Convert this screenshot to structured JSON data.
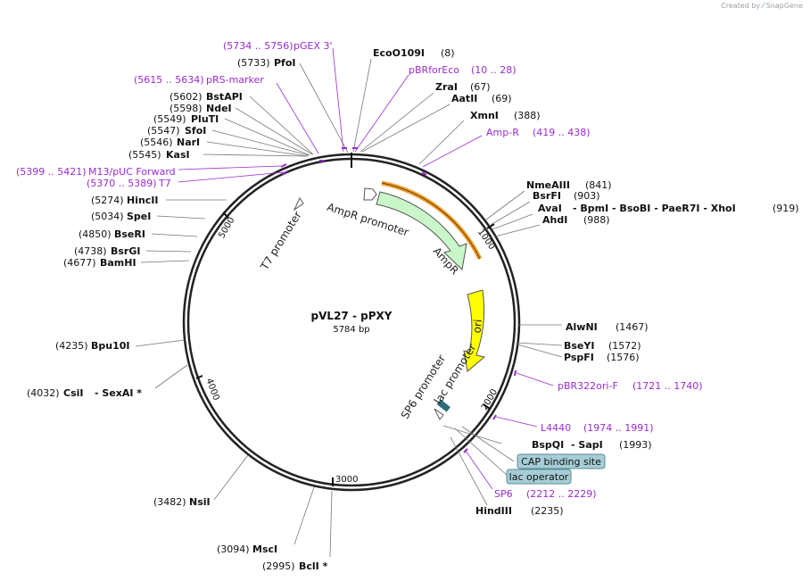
{
  "credit": {
    "text": "Created by",
    "brand": "SnapGene"
  },
  "plasmid": {
    "name": "pVL27 - pPXY",
    "size": "5784 bp"
  },
  "ticks": [
    "1000",
    "2000",
    "3000",
    "4000",
    "5000"
  ],
  "features": {
    "ampr_promoter": "AmpR promoter",
    "ampr": "AmpR",
    "ori": "ori",
    "t7_promoter": "T7 promoter",
    "sp6_promoter": "SP6 promoter",
    "lac_promoter": "lac promoter"
  },
  "boxes": {
    "cap": "CAP binding site",
    "lacop": "lac operator"
  },
  "enzymes": {
    "ecoo109i": {
      "name": "EcoO109I",
      "pos": "(8)"
    },
    "zrai": {
      "name": "ZraI",
      "pos": "(67)"
    },
    "aatii": {
      "name": "AatII",
      "pos": "(69)"
    },
    "xmni": {
      "name": "XmnI",
      "pos": "(388)"
    },
    "nmeaiii": {
      "name": "NmeAIII",
      "pos": "(841)"
    },
    "bsrfi": {
      "name": "BsrFI",
      "pos": "(903)"
    },
    "avai": {
      "name": "AvaI",
      "pos": "- BpmI - BsoBI - PaeR7I - XhoI",
      "pos2": "(919)"
    },
    "ahdi": {
      "name": "AhdI",
      "pos": "(988)"
    },
    "alwni": {
      "name": "AlwNI",
      "pos": "(1467)"
    },
    "bseyi": {
      "name": "BseYI",
      "pos": "(1572)"
    },
    "pspfi": {
      "name": "PspFI",
      "pos": "(1576)"
    },
    "bspqi": {
      "name": "BspQI",
      "pos": "- SapI",
      "pos2": "(1993)"
    },
    "hindiii": {
      "name": "HindIII",
      "pos": "(2235)"
    },
    "bcli": {
      "name": "BclI *",
      "pos": "(2995)"
    },
    "msci": {
      "name": "MscI",
      "pos": "(3094)"
    },
    "nsii": {
      "name": "NsiI",
      "pos": "(3482)"
    },
    "csii": {
      "name": "CsiI",
      "pos": "- SexAI *",
      "pos2": "(4032)"
    },
    "bpu10i": {
      "name": "Bpu10I",
      "pos": "(4235)"
    },
    "bamhi": {
      "name": "BamHI",
      "pos": "(4677)"
    },
    "bsrgi": {
      "name": "BsrGI",
      "pos": "(4738)"
    },
    "bseri": {
      "name": "BseRI",
      "pos": "(4850)"
    },
    "spei": {
      "name": "SpeI",
      "pos": "(5034)"
    },
    "hincii": {
      "name": "HincII",
      "pos": "(5274)"
    },
    "kasi": {
      "name": "KasI",
      "pos": "(5545)"
    },
    "nari": {
      "name": "NarI",
      "pos": "(5546)"
    },
    "sfoi": {
      "name": "SfoI",
      "pos": "(5547)"
    },
    "pluti": {
      "name": "PluTI",
      "pos": "(5549)"
    },
    "ndei": {
      "name": "NdeI",
      "pos": "(5598)"
    },
    "bstapi": {
      "name": "BstAPI",
      "pos": "(5602)"
    },
    "pfoi": {
      "name": "PfoI",
      "pos": "(5733)"
    }
  },
  "primers": {
    "pgex": {
      "range": "(5734 .. 5756)",
      "name": "pGEX 3'"
    },
    "pbrfor": {
      "name": "pBRforEco",
      "range": "(10 .. 28)"
    },
    "prs": {
      "range": "(5615 .. 5634)",
      "name": "pRS-marker"
    },
    "ampr": {
      "name": "Amp-R",
      "range": "(419 .. 438)"
    },
    "m13": {
      "range": "(5399 .. 5421)",
      "name": "M13/pUC Forward"
    },
    "t7": {
      "range": "(5370 .. 5389)",
      "name": "T7"
    },
    "pbr322": {
      "name": "pBR322ori-F",
      "range": "(1721 .. 1740)"
    },
    "l4440": {
      "name": "L4440",
      "range": "(1974 .. 1991)"
    },
    "sp6": {
      "name": "SP6",
      "range": "(2212 .. 2229)"
    }
  },
  "colors": {
    "ampr": "#c9f7c9",
    "ori": "#ffff00",
    "primer": "#9a2bd0",
    "orange": "#f0a030",
    "box": "#a6cdd6"
  }
}
